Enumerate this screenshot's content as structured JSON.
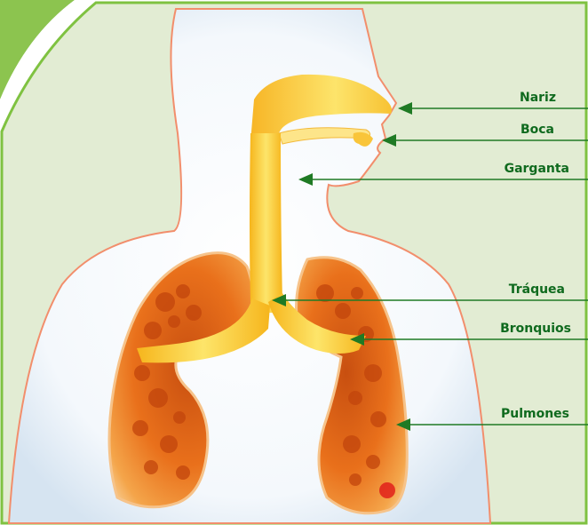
{
  "colors": {
    "panel_bg": "#e2ecd3",
    "panel_border": "#7fc241",
    "corner_tab": "#8cc44f",
    "arrow": "#1f7a24",
    "label_text": "#0f6a1e",
    "airway": "#fbd34a",
    "lung": "#ee8a22"
  },
  "labels": [
    {
      "id": "nariz",
      "text": "Nariz"
    },
    {
      "id": "boca",
      "text": "Boca"
    },
    {
      "id": "garganta",
      "text": "Garganta"
    },
    {
      "id": "traquea",
      "text": "Tráquea"
    },
    {
      "id": "bronquios",
      "text": "Bronquios"
    },
    {
      "id": "pulmones",
      "text": "Pulmones"
    }
  ]
}
